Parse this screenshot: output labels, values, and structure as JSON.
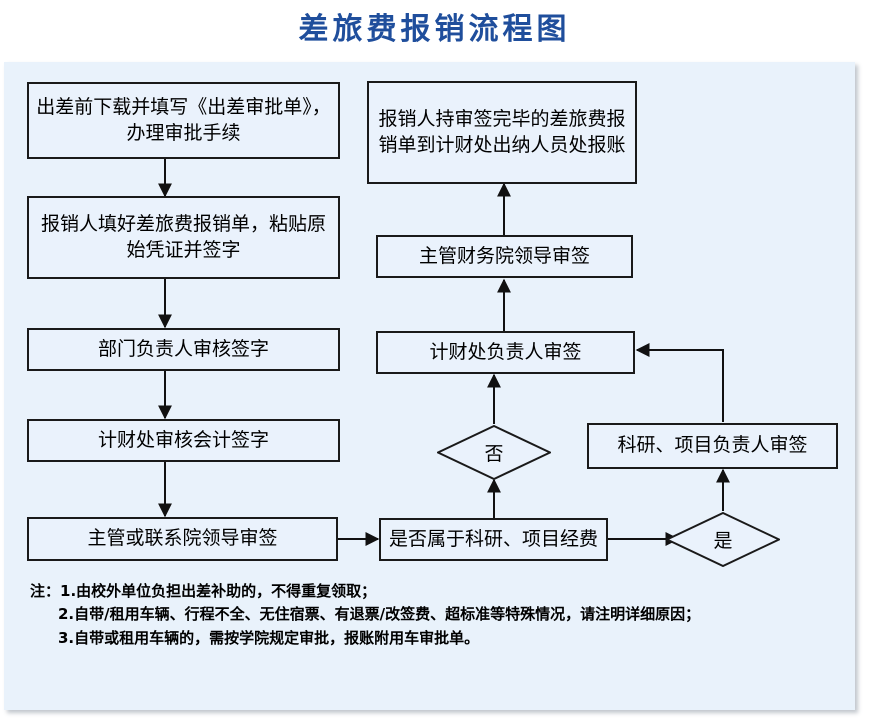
{
  "title": "差旅费报销流程图",
  "flow": {
    "nodes": [
      {
        "id": "n1",
        "label": "出差前下载并填写《出差审批单》，办理审批手续",
        "shape": "process"
      },
      {
        "id": "n2",
        "label": "报销人填好差旅费报销单，粘贴原始凭证并签字",
        "shape": "process"
      },
      {
        "id": "n3",
        "label": "部门负责人审核签字",
        "shape": "process"
      },
      {
        "id": "n4",
        "label": "计财处审核会计签字",
        "shape": "process"
      },
      {
        "id": "n5",
        "label": "主管或联系院领导审签",
        "shape": "process"
      },
      {
        "id": "n6",
        "label": "是否属于科研、项目经费",
        "shape": "process"
      },
      {
        "id": "d1",
        "label": "是",
        "shape": "decision"
      },
      {
        "id": "d2",
        "label": "否",
        "shape": "decision"
      },
      {
        "id": "n7",
        "label": "科研、项目负责人审签",
        "shape": "process"
      },
      {
        "id": "n8",
        "label": "计财处负责人审签",
        "shape": "process"
      },
      {
        "id": "n9",
        "label": "主管财务院领导审签",
        "shape": "process"
      },
      {
        "id": "n10",
        "label": "报销人持审签完毕的差旅费报销单到计财处出纳人员处报账",
        "shape": "process"
      }
    ]
  },
  "notes": {
    "prefix": "注：",
    "items": [
      "1.由校外单位负担出差补助的，不得重复领取；",
      "2.自带/租用车辆、行程不全、无住宿票、有退票/改签费、超标准等特殊情况，请注明详细原因；",
      "3.自带或租用车辆的，需按学院规定审批，报账附用车审批单。"
    ]
  },
  "colors": {
    "title": "#1f4e9c",
    "panel_bg": "#e9f2fb",
    "node_bg": "#eaf2fc",
    "node_border": "#1a1a1a",
    "page_bg": "#ffffff"
  }
}
